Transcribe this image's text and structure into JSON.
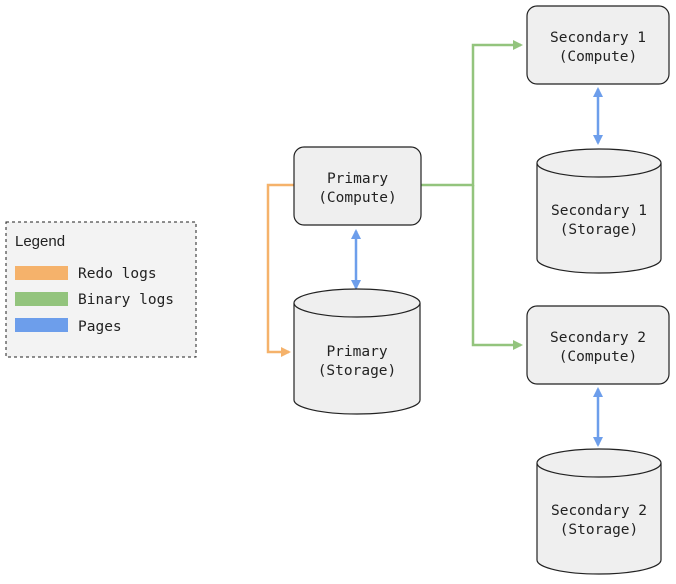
{
  "legend": {
    "title": "Legend",
    "items": [
      {
        "label": "Redo logs",
        "color": "#f5b26b"
      },
      {
        "label": "Binary logs",
        "color": "#93c47d"
      },
      {
        "label": "Pages",
        "color": "#6d9eeb"
      }
    ]
  },
  "nodes": {
    "primary_compute": {
      "line1": "Primary",
      "line2": "(Compute)"
    },
    "primary_storage": {
      "line1": "Primary",
      "line2": "(Storage)"
    },
    "secondary1_compute": {
      "line1": "Secondary 1",
      "line2": "(Compute)"
    },
    "secondary1_storage": {
      "line1": "Secondary 1",
      "line2": "(Storage)"
    },
    "secondary2_compute": {
      "line1": "Secondary 2",
      "line2": "(Compute)"
    },
    "secondary2_storage": {
      "line1": "Secondary 2",
      "line2": "(Storage)"
    }
  },
  "colors": {
    "redo": "#f5b26b",
    "binary": "#93c47d",
    "pages": "#6d9eeb",
    "node_fill": "#efefef",
    "node_stroke": "#222222"
  }
}
